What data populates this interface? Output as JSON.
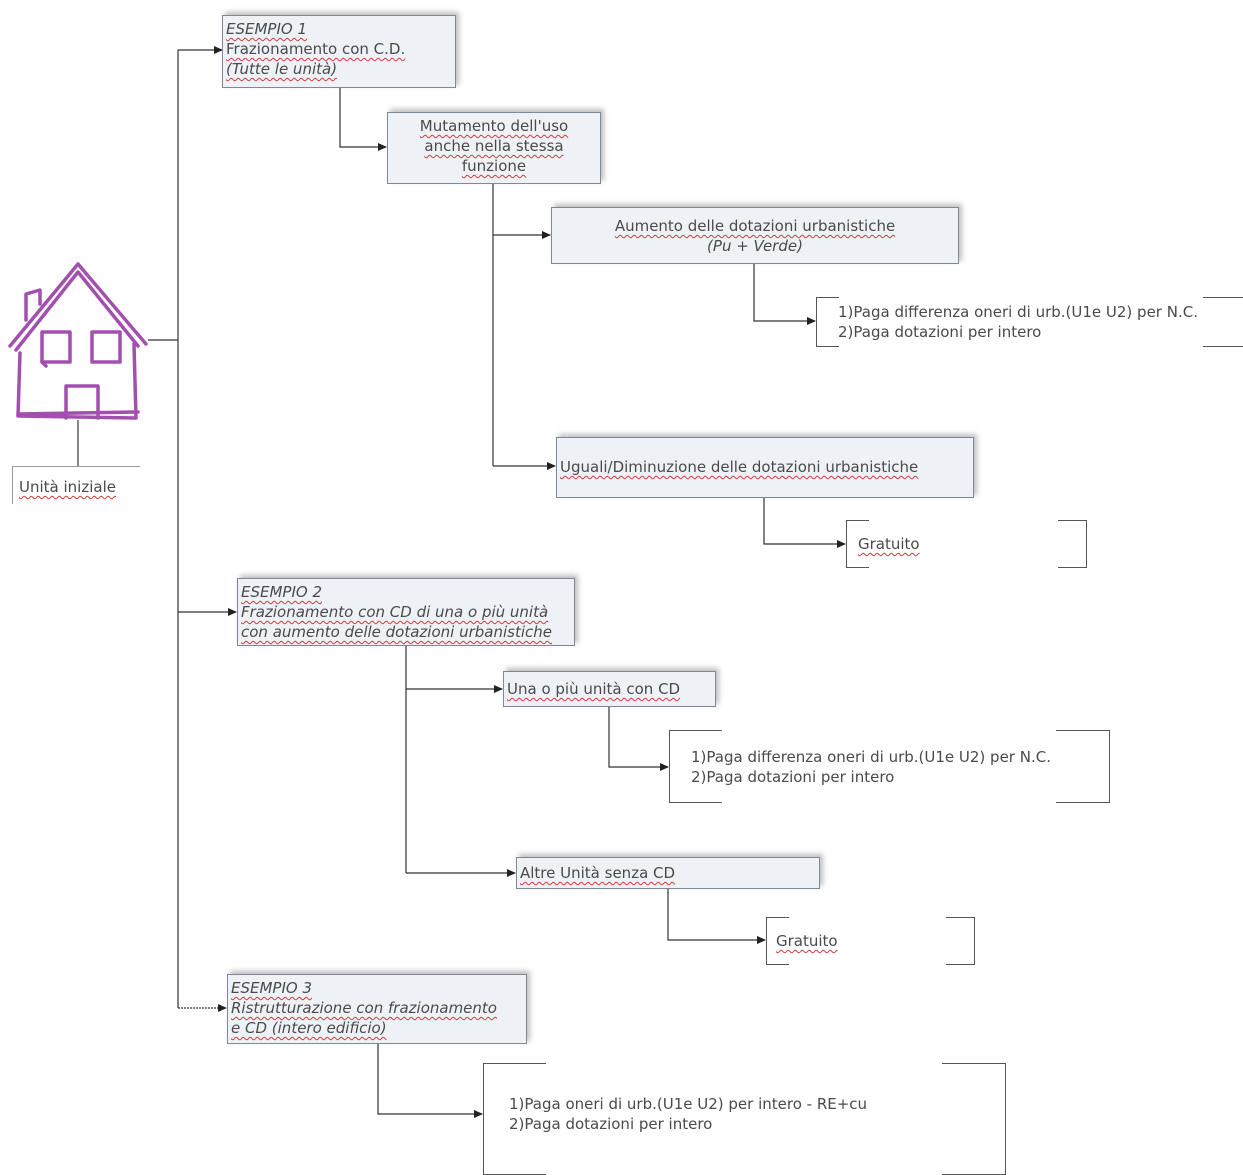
{
  "house": {
    "caption": "Unità iniziale"
  },
  "esempio1": {
    "line1": "ESEMPIO 1",
    "line2": "Frazionamento con C.D.",
    "line3": "(Tutte le unità)"
  },
  "mutamento": {
    "line1": "Mutamento dell'uso",
    "line2": "anche nella stessa",
    "line3": "funzione"
  },
  "aumento": {
    "line1": "Aumento delle dotazioni urbanistiche",
    "line2": "(Pu + Verde)"
  },
  "result1": {
    "line1": "1)Paga differenza oneri di urb.(U1e U2) per N.C.",
    "line2": "2)Paga dotazioni per intero"
  },
  "uguali": {
    "line1": "Uguali/Diminuzione delle dotazioni urbanistiche"
  },
  "gratuito1": {
    "label": "Gratuito"
  },
  "esempio2": {
    "line1": "ESEMPIO 2",
    "line2": "Frazionamento con CD di una o più unità",
    "line3": "con aumento delle dotazioni urbanistiche"
  },
  "unapiu": {
    "line1": "Una o più unità con CD"
  },
  "result2": {
    "line1": "1)Paga differenza oneri di urb.(U1e U2) per N.C.",
    "line2": "2)Paga dotazioni per intero"
  },
  "altre": {
    "line1": "Altre Unità senza CD"
  },
  "gratuito2": {
    "label": "Gratuito"
  },
  "esempio3": {
    "line1": "ESEMPIO 3",
    "line2": "Ristrutturazione con frazionamento",
    "line3": "e CD  (intero edificio)"
  },
  "result3": {
    "line1": "1)Paga oneri di urb.(U1e U2) per intero - RE+cu",
    "line2": "2)Paga dotazioni per intero"
  },
  "colors": {
    "house": "#a24fb0",
    "box_fill": "#eef2f7",
    "line": "#333333"
  },
  "icons": [
    "house-icon"
  ]
}
